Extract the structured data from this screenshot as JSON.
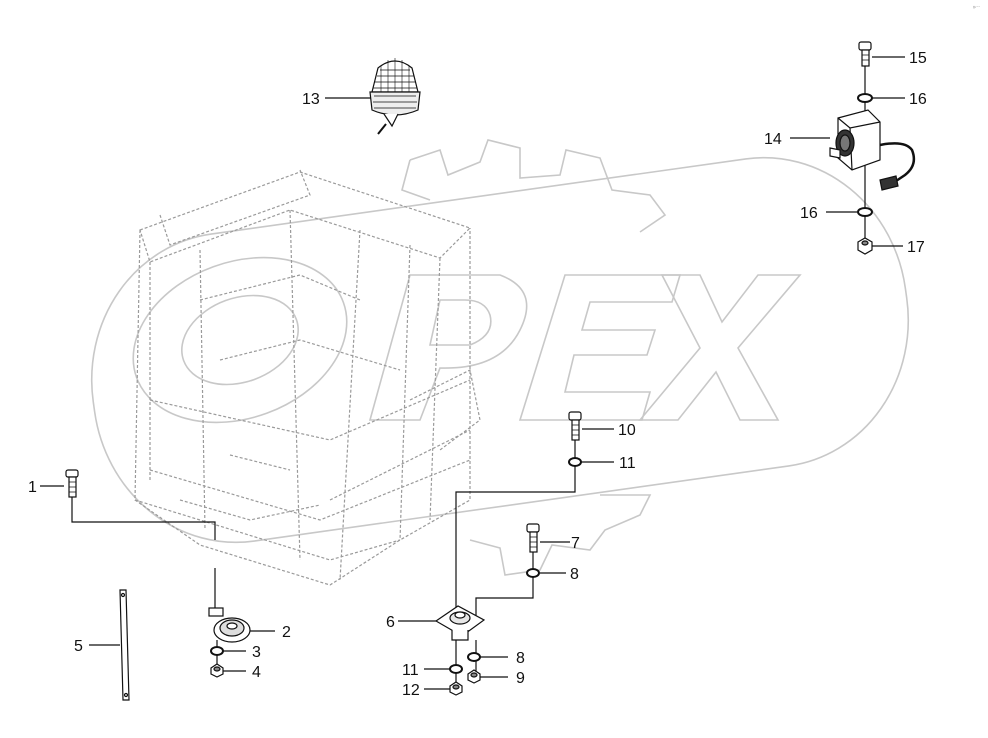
{
  "corner_mark": "»··",
  "watermark": {
    "text": "OPEX",
    "color": "#c8c8c8"
  },
  "colors": {
    "line": "#111111",
    "frame": "#9a9a9a",
    "watermark": "#c8c8c8"
  },
  "callouts": {
    "p1": "1",
    "p2": "2",
    "p3": "3",
    "p4": "4",
    "p5": "5",
    "p6": "6",
    "p7": "7",
    "p8a": "8",
    "p8b": "8",
    "p9": "9",
    "p10": "10",
    "p11a": "11",
    "p11b": "11",
    "p12": "12",
    "p13": "13",
    "p14": "14",
    "p15": "15",
    "p16a": "16",
    "p16b": "16",
    "p17": "17"
  }
}
